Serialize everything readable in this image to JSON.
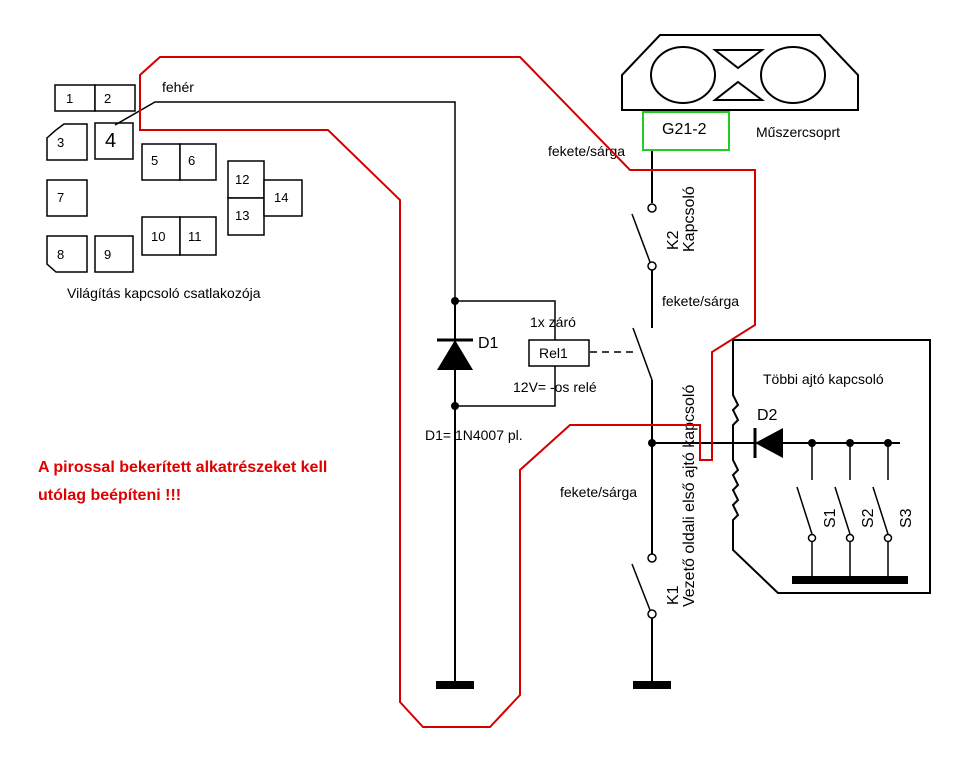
{
  "connector": {
    "title": "Világítás kapcsoló csatlakozója",
    "pins": [
      "1",
      "2",
      "3",
      "4",
      "5",
      "6",
      "7",
      "8",
      "9",
      "10",
      "11",
      "12",
      "13",
      "14"
    ]
  },
  "wires": {
    "white": "fehér",
    "black_yellow_1": "fekete/sárga",
    "black_yellow_2": "fekete/sárga",
    "black_yellow_3": "fekete/sárga"
  },
  "diode1": {
    "name": "D1",
    "type": "D1= 1N4007 pl."
  },
  "relay": {
    "name": "Rel1",
    "contact": "1x záró",
    "voltage": "12V= -os relé"
  },
  "instrument": {
    "connector": "G21-2",
    "title": "Műszercsoprt"
  },
  "switches": {
    "k2": "K2",
    "k2_label": "Kapcsoló",
    "k1": "K1",
    "k1_label": "Vezető oldali első ajtó kapcsoló",
    "others_title": "Többi ajtó kapcsoló",
    "d2": "D2",
    "s1": "S1",
    "s2": "S2",
    "s3": "S3"
  },
  "warning": {
    "line1": "A pirossal bekerített alkatrészeket kell",
    "line2": "utólag beépíteni !!!"
  },
  "colors": {
    "outline_red": "#d40000",
    "instrument_connector_green": "#22cc22",
    "warning_red": "#e00000"
  }
}
